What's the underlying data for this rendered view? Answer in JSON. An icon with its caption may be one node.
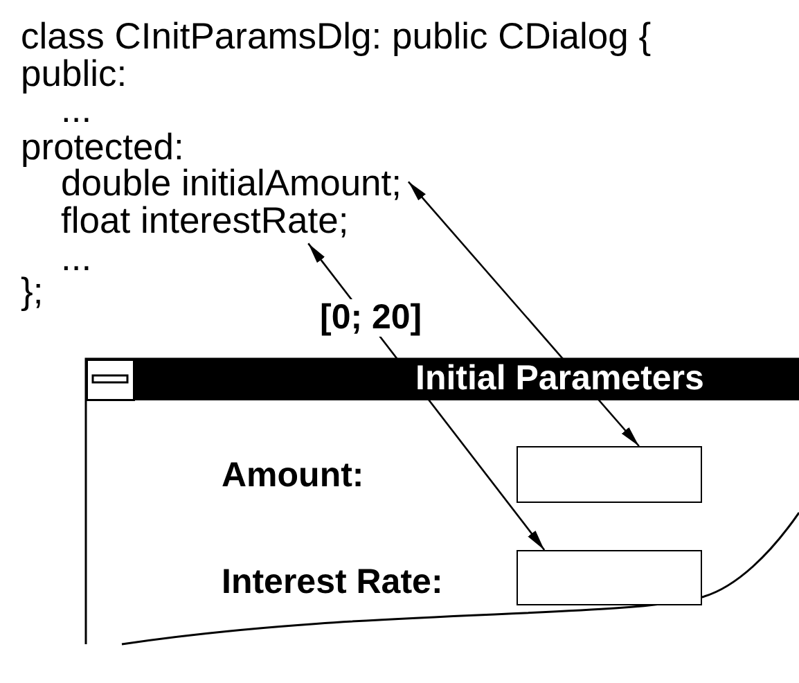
{
  "diagram": {
    "nodes": [
      {
        "text": [
          "double initialAmount;"
        ]
      },
      {
        "text": [
          "float interestRate;"
        ]
      },
      {
        "text": [
          "Initial Parameters"
        ]
      },
      {
        "text": [],
        "shape": "box",
        "in": 2
      },
      {
        "text": [],
        "shape": "box",
        "in": 2
      }
    ],
    "edges": [
      {
        "from": 0,
        "to": 3,
        "arrow": "both"
      },
      {
        "from": 1,
        "to": 4,
        "arrow": "both",
        "label": "[0; 20]"
      }
    ],
    "labels": [
      "class CInitParamsDlg: public CDialog {",
      "public:",
      "...",
      "protected:",
      "...",
      "};",
      "Amount:",
      "Interest Rate:"
    ]
  }
}
